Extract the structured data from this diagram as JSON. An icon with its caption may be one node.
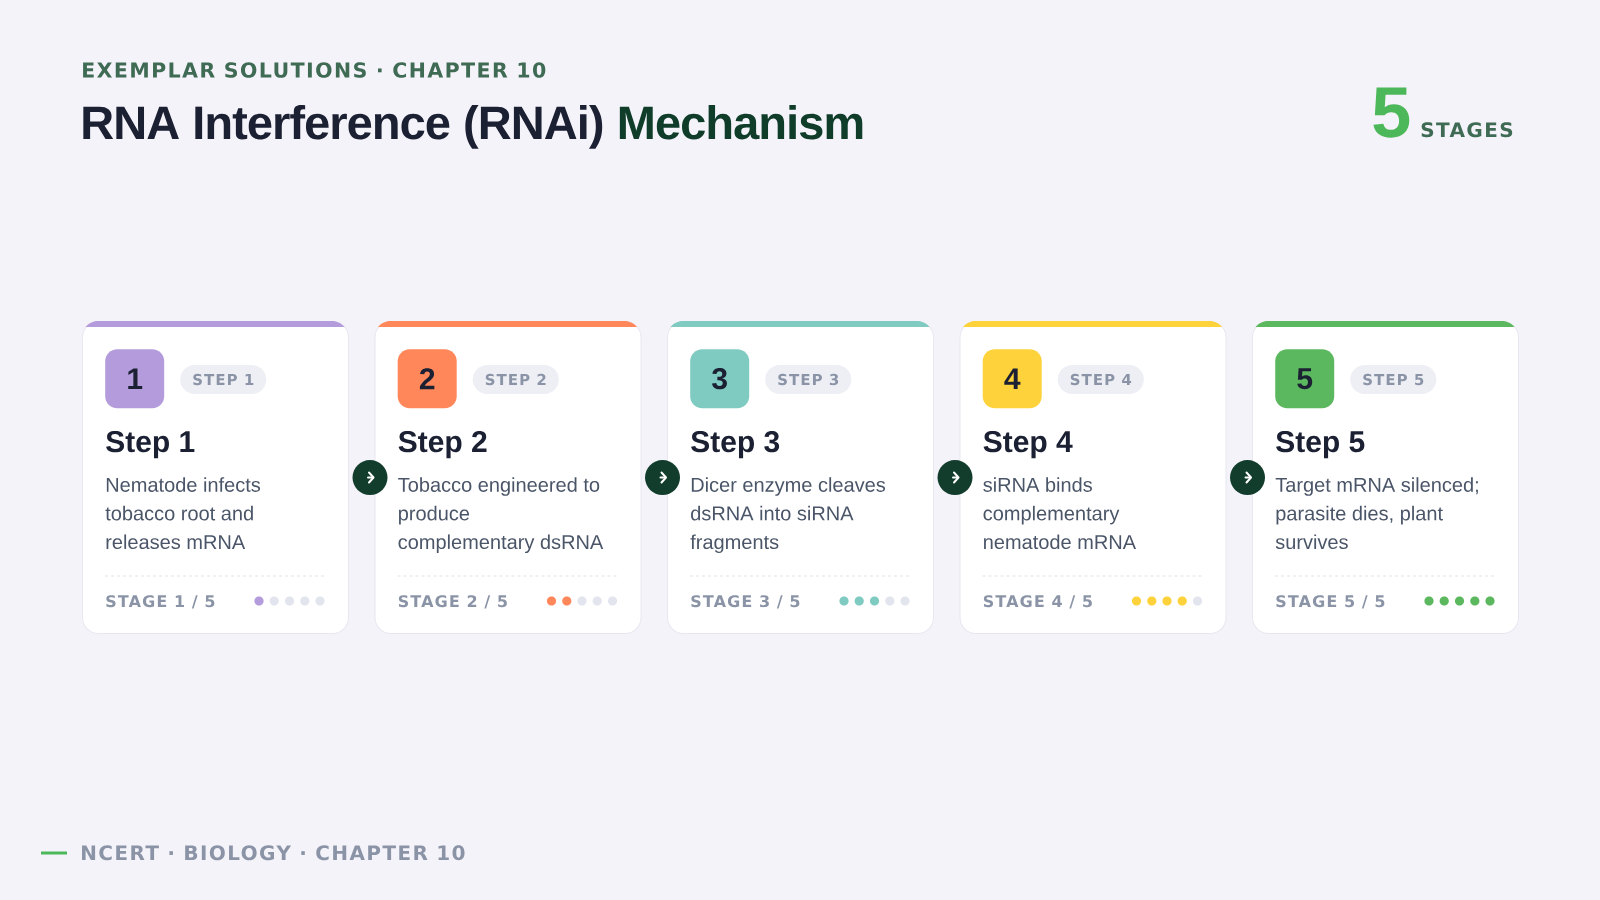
{
  "diagram": {
    "title": "RNA Interference (RNAi) Mechanism",
    "nodes": [
      {
        "text": [
          "Step 1",
          "Nematode infects tobacco root and releases mRNA",
          "STAGE 1 / 5"
        ]
      },
      {
        "text": [
          "1"
        ],
        "in": 0
      },
      {
        "text": [
          "STEP 1"
        ],
        "in": 0
      },
      {
        "text": [
          "Step 2",
          "Tobacco engineered to produce complementary dsRNA",
          "STAGE 2 / 5"
        ]
      },
      {
        "text": [
          "2"
        ],
        "in": 3
      },
      {
        "text": [
          "STEP 2"
        ],
        "in": 3
      },
      {
        "text": [
          "Step 3",
          "Dicer enzyme cleaves dsRNA into siRNA fragments",
          "STAGE 3 / 5"
        ]
      },
      {
        "text": [
          "3"
        ],
        "in": 6
      },
      {
        "text": [
          "STEP 3"
        ],
        "in": 6
      },
      {
        "text": [
          "Step 4",
          "siRNA binds complementary nematode mRNA",
          "STAGE 4 / 5"
        ]
      },
      {
        "text": [
          "4"
        ],
        "in": 9
      },
      {
        "text": [
          "STEP 4"
        ],
        "in": 9
      },
      {
        "text": [
          "Step 5",
          "Target mRNA silenced; parasite dies, plant survives",
          "STAGE 5 / 5"
        ]
      },
      {
        "text": [
          "5"
        ],
        "in": 12
      },
      {
        "text": [
          "STEP 5"
        ],
        "in": 12
      }
    ],
    "edges": [
      {
        "from": 0,
        "to": 3,
        "arrow": "to"
      },
      {
        "from": 3,
        "to": 6,
        "arrow": "to"
      },
      {
        "from": 6,
        "to": 9,
        "arrow": "to"
      },
      {
        "from": 9,
        "to": 12,
        "arrow": "to"
      }
    ],
    "labels": [
      "EXEMPLAR SOLUTIONS · CHAPTER 10",
      "5",
      "STAGES",
      "NCERT · BIOLOGY · CHAPTER 10"
    ]
  }
}
